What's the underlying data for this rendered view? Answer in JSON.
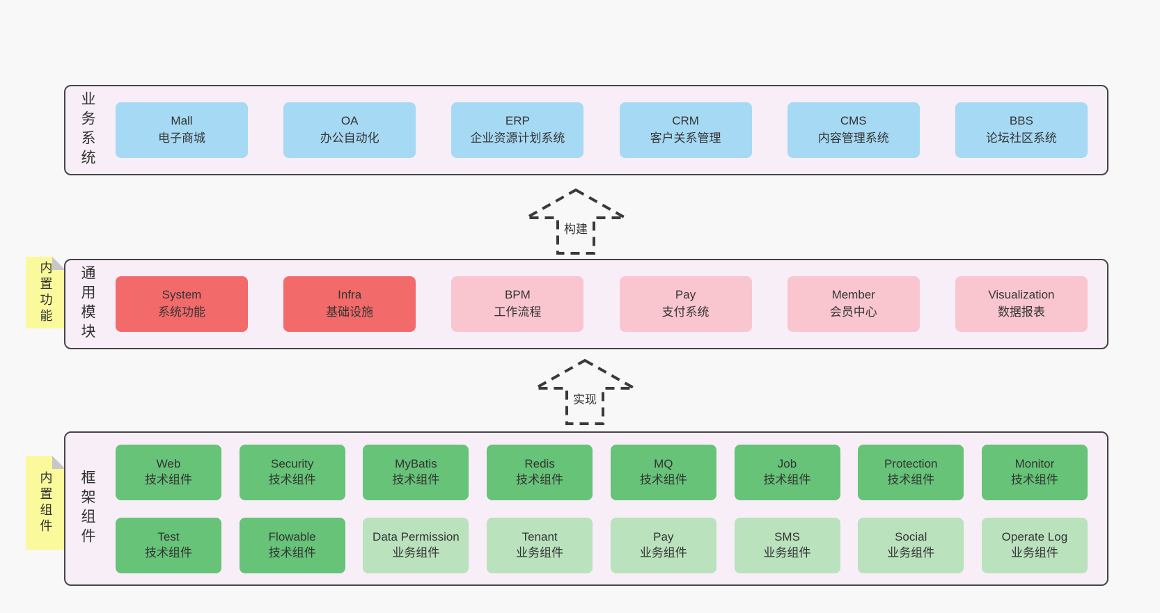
{
  "palette": {
    "page_bg": "#f8f8f8",
    "band_bg": "#f8eef7",
    "band_border": "#454545",
    "blue_box": "#a6d9f3",
    "red_box": "#f26a6a",
    "pink_box": "#f9c6cf",
    "green_box": "#66c377",
    "green_light_box": "#b9e2bd",
    "sticky_yellow": "#fafa9c",
    "sticky_fold_gray": "#c7c7c7"
  },
  "layers": {
    "business": {
      "label": "业务系统",
      "boxes": [
        {
          "en": "Mall",
          "zh": "电子商城",
          "variant": "blue"
        },
        {
          "en": "OA",
          "zh": "办公自动化",
          "variant": "blue"
        },
        {
          "en": "ERP",
          "zh": "企业资源计划系统",
          "variant": "blue"
        },
        {
          "en": "CRM",
          "zh": "客户关系管理",
          "variant": "blue"
        },
        {
          "en": "CMS",
          "zh": "内容管理系统",
          "variant": "blue"
        },
        {
          "en": "BBS",
          "zh": "论坛社区系统",
          "variant": "blue"
        }
      ]
    },
    "modules": {
      "label": "通用模块",
      "sticky": "内置功能",
      "boxes": [
        {
          "en": "System",
          "zh": "系统功能",
          "variant": "red"
        },
        {
          "en": "Infra",
          "zh": "基础设施",
          "variant": "red"
        },
        {
          "en": "BPM",
          "zh": "工作流程",
          "variant": "pink"
        },
        {
          "en": "Pay",
          "zh": "支付系统",
          "variant": "pink"
        },
        {
          "en": "Member",
          "zh": "会员中心",
          "variant": "pink"
        },
        {
          "en": "Visualization",
          "zh": "数据报表",
          "variant": "pink"
        }
      ]
    },
    "components": {
      "label": "框架组件",
      "sticky": "内置组件",
      "rows": [
        [
          {
            "en": "Web",
            "zh": "技术组件",
            "variant": "green"
          },
          {
            "en": "Security",
            "zh": "技术组件",
            "variant": "green"
          },
          {
            "en": "MyBatis",
            "zh": "技术组件",
            "variant": "green"
          },
          {
            "en": "Redis",
            "zh": "技术组件",
            "variant": "green"
          },
          {
            "en": "MQ",
            "zh": "技术组件",
            "variant": "green"
          },
          {
            "en": "Job",
            "zh": "技术组件",
            "variant": "green"
          },
          {
            "en": "Protection",
            "zh": "技术组件",
            "variant": "green"
          },
          {
            "en": "Monitor",
            "zh": "技术组件",
            "variant": "green"
          }
        ],
        [
          {
            "en": "Test",
            "zh": "技术组件",
            "variant": "green"
          },
          {
            "en": "Flowable",
            "zh": "技术组件",
            "variant": "green"
          },
          {
            "en": "Data Permission",
            "zh": "业务组件",
            "variant": "green-light"
          },
          {
            "en": "Tenant",
            "zh": "业务组件",
            "variant": "green-light"
          },
          {
            "en": "Pay",
            "zh": "业务组件",
            "variant": "green-light"
          },
          {
            "en": "SMS",
            "zh": "业务组件",
            "variant": "green-light"
          },
          {
            "en": "Social",
            "zh": "业务组件",
            "variant": "green-light"
          },
          {
            "en": "Operate Log",
            "zh": "业务组件",
            "variant": "green-light"
          }
        ]
      ]
    }
  },
  "arrows": [
    {
      "label": "构建"
    },
    {
      "label": "实现"
    }
  ]
}
